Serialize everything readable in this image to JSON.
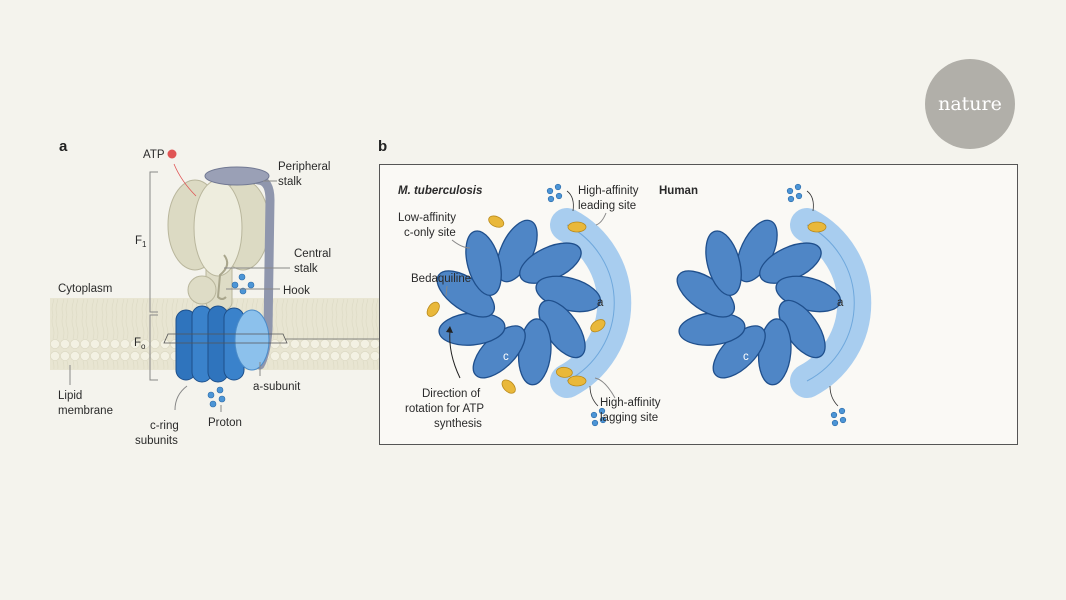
{
  "logo": {
    "text": "nature",
    "color": "#b1afa9"
  },
  "panel_a": {
    "label": "a",
    "atp": "ATP",
    "peripheral_stalk": [
      "Peripheral",
      "stalk"
    ],
    "f1": "F",
    "f1_sub": "1",
    "central_stalk": [
      "Central",
      "stalk"
    ],
    "hook": "Hook",
    "cytoplasm": "Cytoplasm",
    "f0": "F",
    "f0_sub": "o",
    "lipid_membrane": [
      "Lipid",
      "membrane"
    ],
    "c_ring_subunits": [
      "c-ring",
      "subunits"
    ],
    "proton": "Proton",
    "a_subunit": "a-subunit"
  },
  "panel_b": {
    "label": "b",
    "mtb": {
      "title": "M. tuberculosis",
      "high_affinity_leading": [
        "High-affinity",
        "leading site"
      ],
      "low_affinity": [
        "Low-affinity",
        "c-only site"
      ],
      "bedaquiline": "Bedaquiline",
      "direction": [
        "Direction of",
        "rotation for ATP",
        "synthesis"
      ],
      "high_affinity_lagging": [
        "High-affinity",
        "lagging site"
      ],
      "a_label": "a",
      "c_label": "c"
    },
    "human": {
      "title": "Human",
      "a_label": "a",
      "c_label": "c"
    }
  },
  "colors": {
    "background": "#f4f3ed",
    "c_ring": "#4f86c6",
    "a_subunit": "#a8cdef",
    "bedaquiline": "#e9b83a",
    "atp": "#e05555",
    "f1_head": "#e1dfc9",
    "peripheral_stalk": "#8f96ad"
  }
}
